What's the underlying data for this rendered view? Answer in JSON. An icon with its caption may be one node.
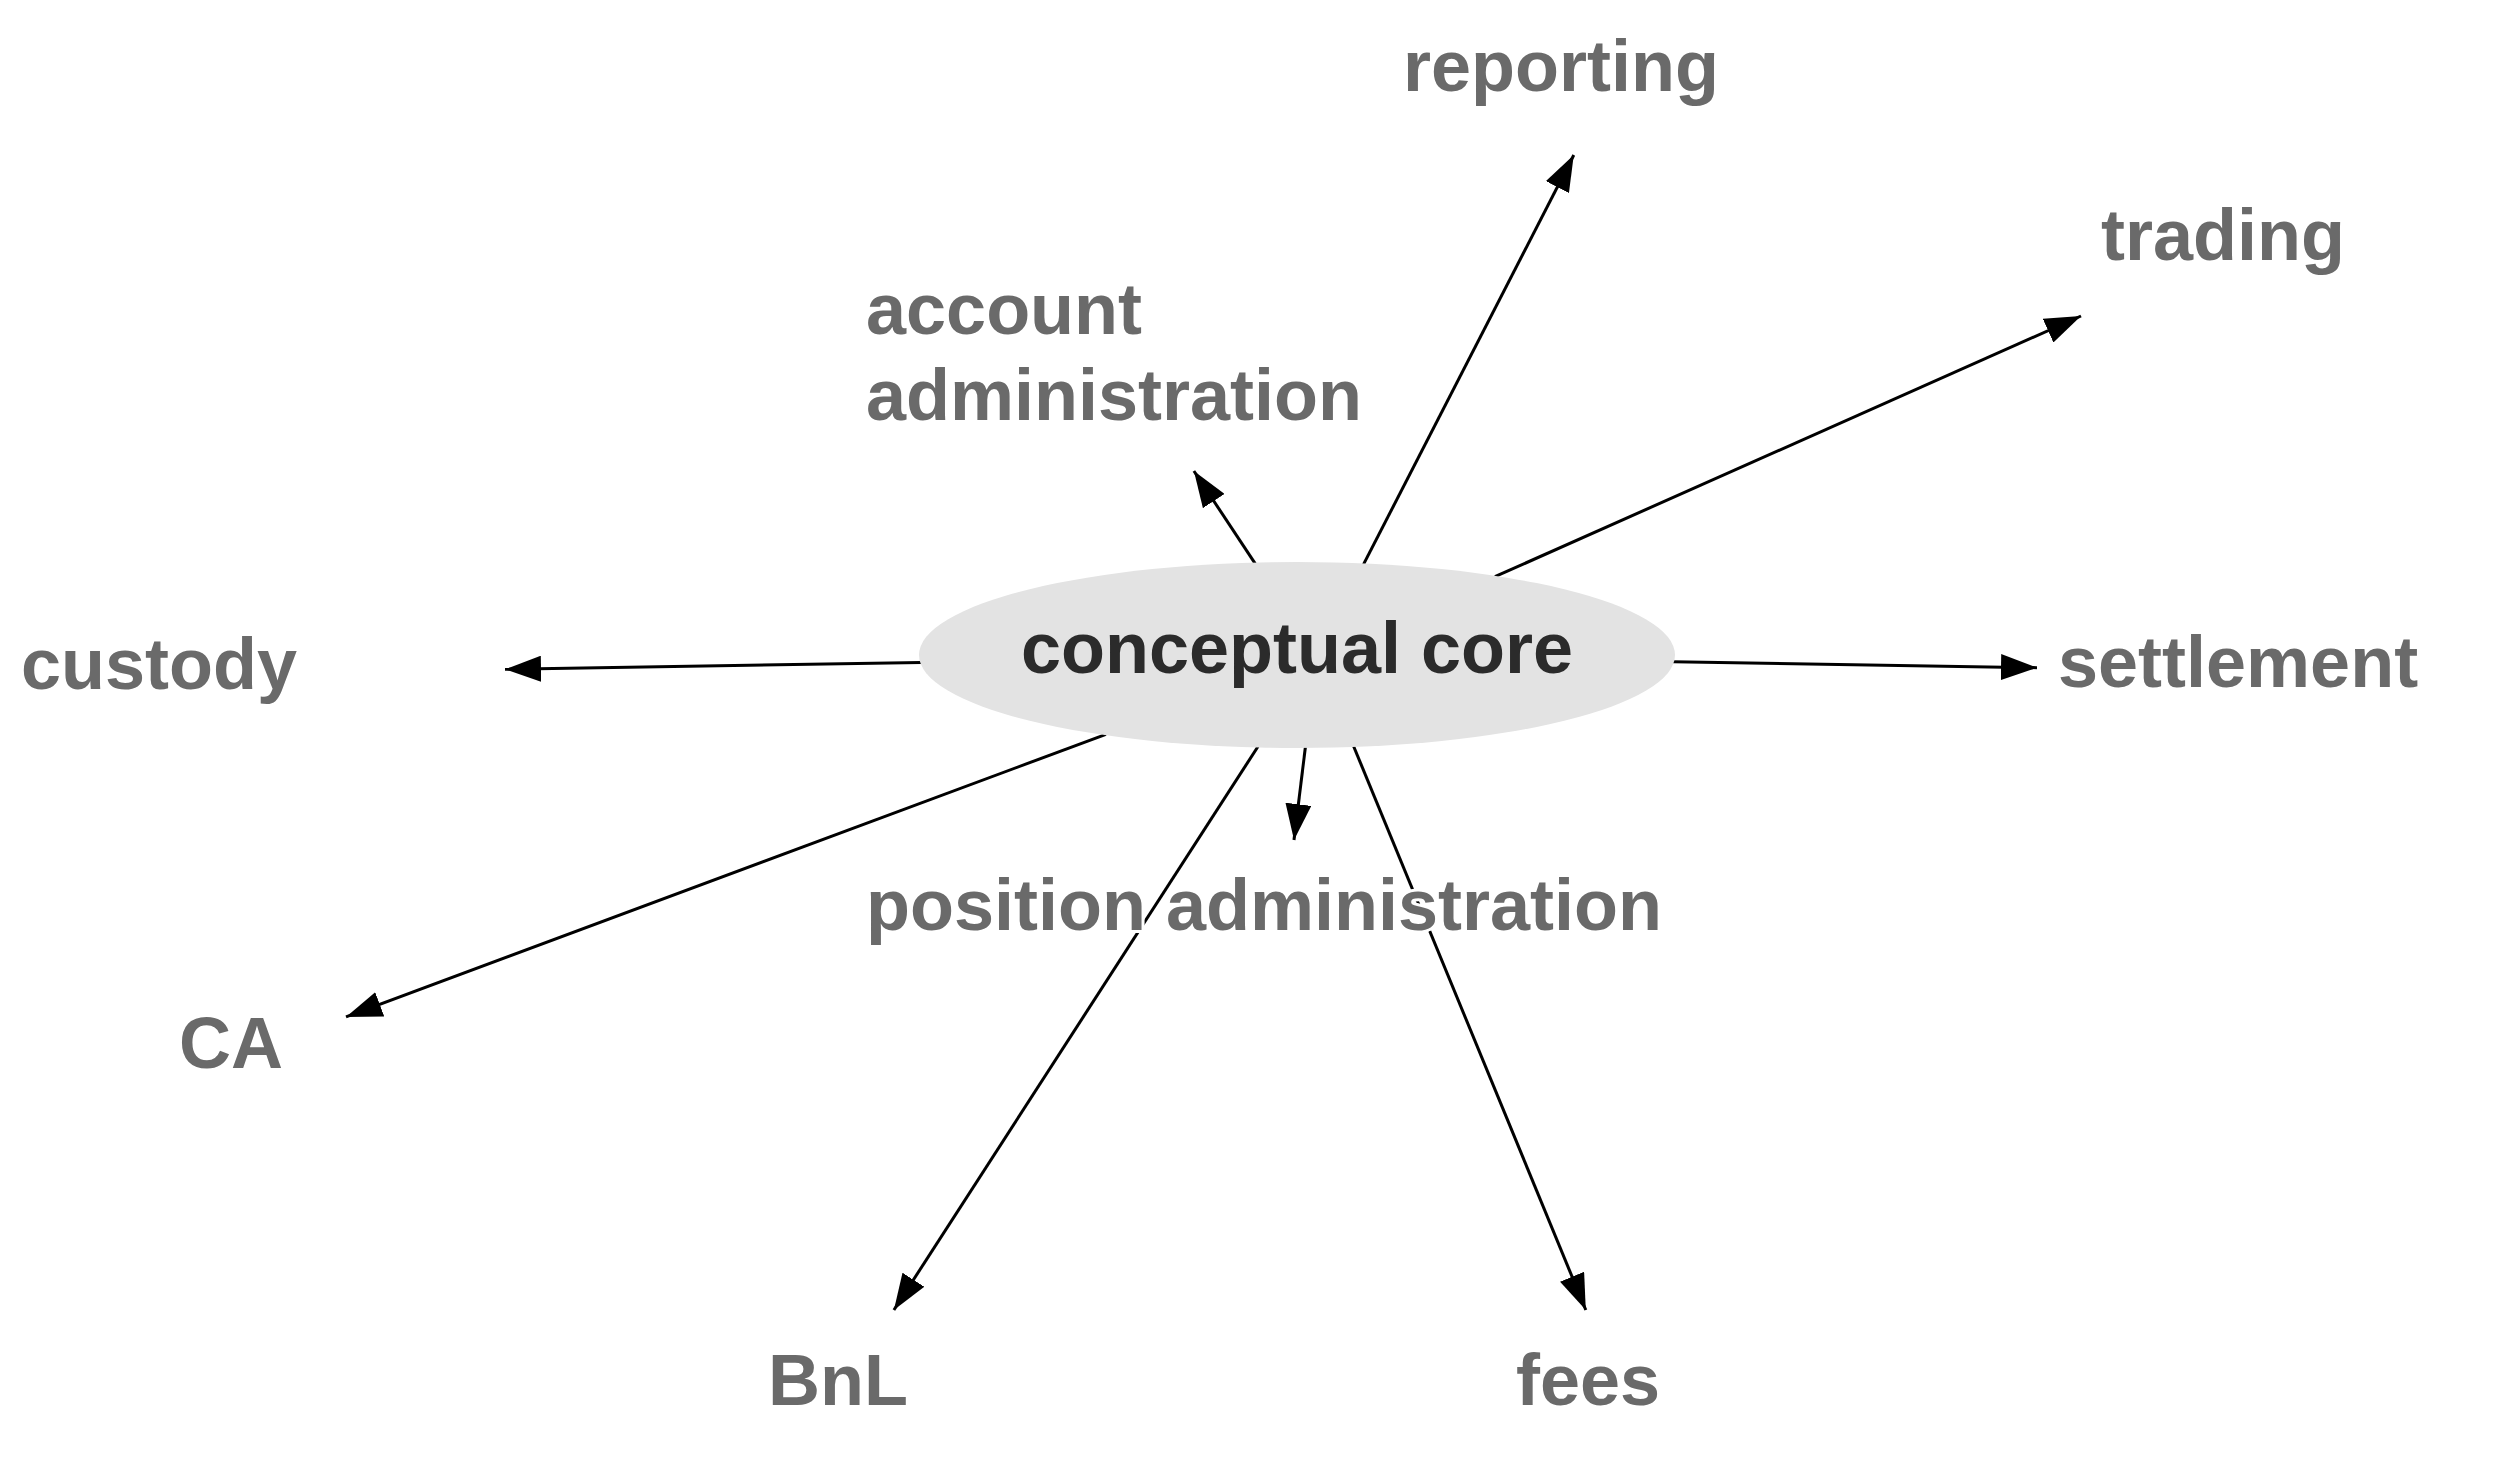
{
  "diagram": {
    "nodes": [
      {
        "text": [
          "reporting"
        ]
      },
      {
        "text": [
          "trading"
        ]
      },
      {
        "text": [
          "account administration"
        ]
      },
      {
        "text": [
          "custody"
        ]
      },
      {
        "text": [
          "conceptual core"
        ]
      },
      {
        "text": [
          "settlement"
        ]
      },
      {
        "text": [
          "position administration"
        ]
      },
      {
        "text": [
          "CA"
        ]
      },
      {
        "text": [
          "BnL"
        ]
      },
      {
        "text": [
          "fees"
        ]
      }
    ],
    "edges": [
      {
        "from": 4,
        "to": 0,
        "arrow": "to"
      },
      {
        "from": 4,
        "to": 1,
        "arrow": "to"
      },
      {
        "from": 4,
        "to": 2,
        "arrow": "to"
      },
      {
        "from": 4,
        "to": 3,
        "arrow": "to"
      },
      {
        "from": 4,
        "to": 5,
        "arrow": "to"
      },
      {
        "from": 4,
        "to": 6,
        "arrow": "to"
      },
      {
        "from": 4,
        "to": 7,
        "arrow": "to"
      },
      {
        "from": 4,
        "to": 8,
        "arrow": "to"
      },
      {
        "from": 4,
        "to": 9,
        "arrow": "to"
      }
    ]
  }
}
